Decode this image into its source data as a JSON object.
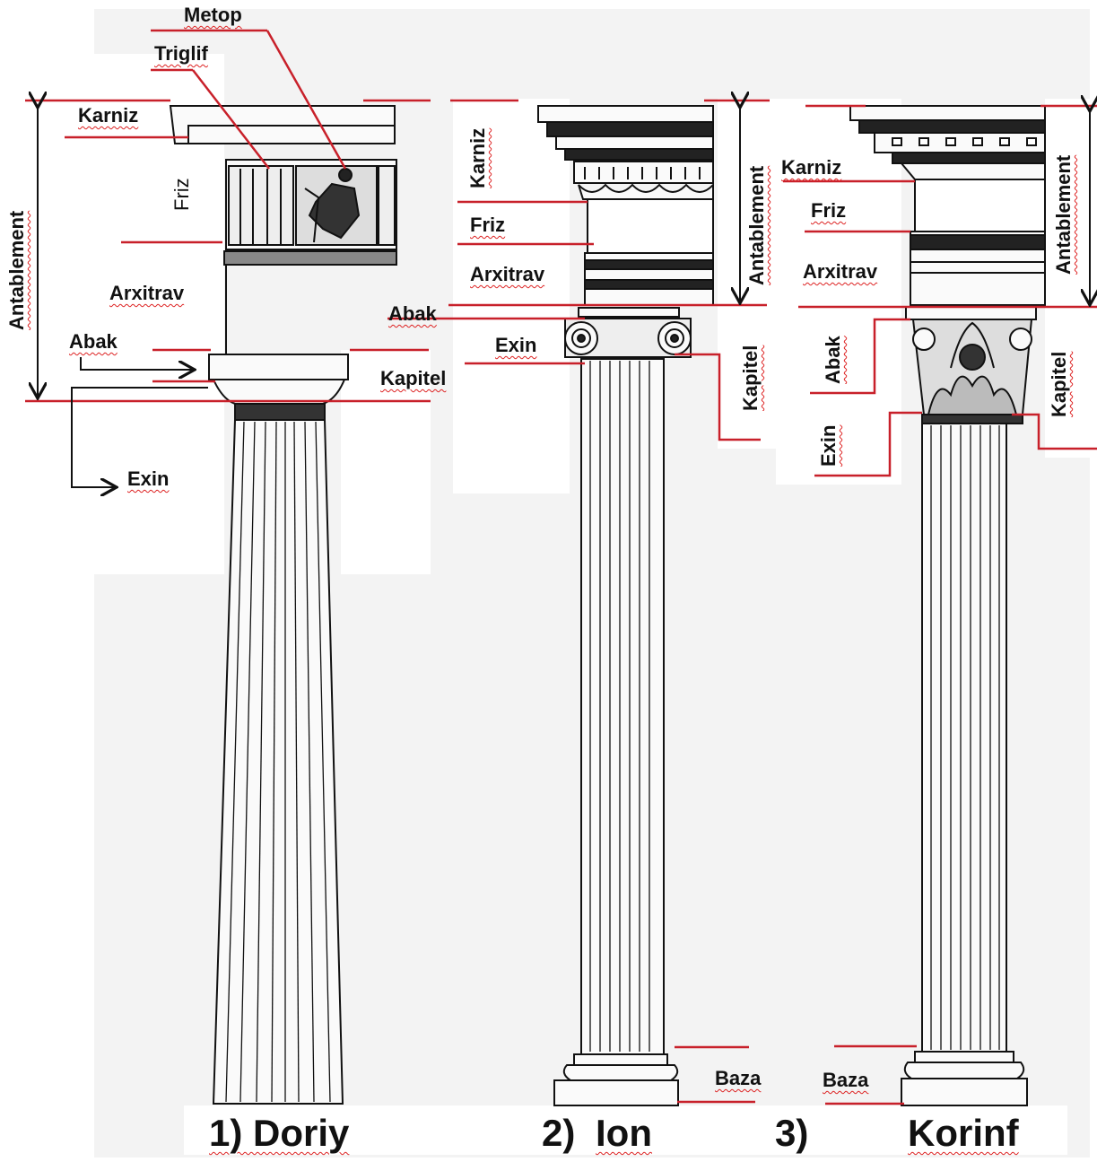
{
  "labels": {
    "doric": {
      "metop": "Metop",
      "triglif": "Triglif",
      "karniz": "Karniz",
      "friz": "Friz",
      "arxitrav": "Arxitrav",
      "abak": "Abak",
      "kapitel": "Kapitel",
      "exin": "Exin",
      "antablement": "Antablement"
    },
    "ionic": {
      "karniz": "Karniz",
      "friz": "Friz",
      "arxitrav": "Arxitrav",
      "abak": "Abak",
      "exin": "Exin",
      "kapitel": "Kapitel",
      "antablement": "Antablement",
      "baza": "Baza"
    },
    "corinthian": {
      "karniz": "Karniz",
      "friz": "Friz",
      "arxitrav": "Arxitrav",
      "abak": "Abak",
      "exin": "Exin",
      "kapitel": "Kapitel",
      "antablement": "Antablement",
      "baza": "Baza"
    }
  },
  "captions": {
    "doric": "1) Doriy",
    "ionic_number": "2)",
    "ionic_name": "Ion",
    "corinthian_number": "3)",
    "corinthian_name": "Korinf"
  },
  "colors": {
    "leader_line": "#c8202a",
    "ink": "#111111",
    "stone": "#f4f4f4"
  }
}
